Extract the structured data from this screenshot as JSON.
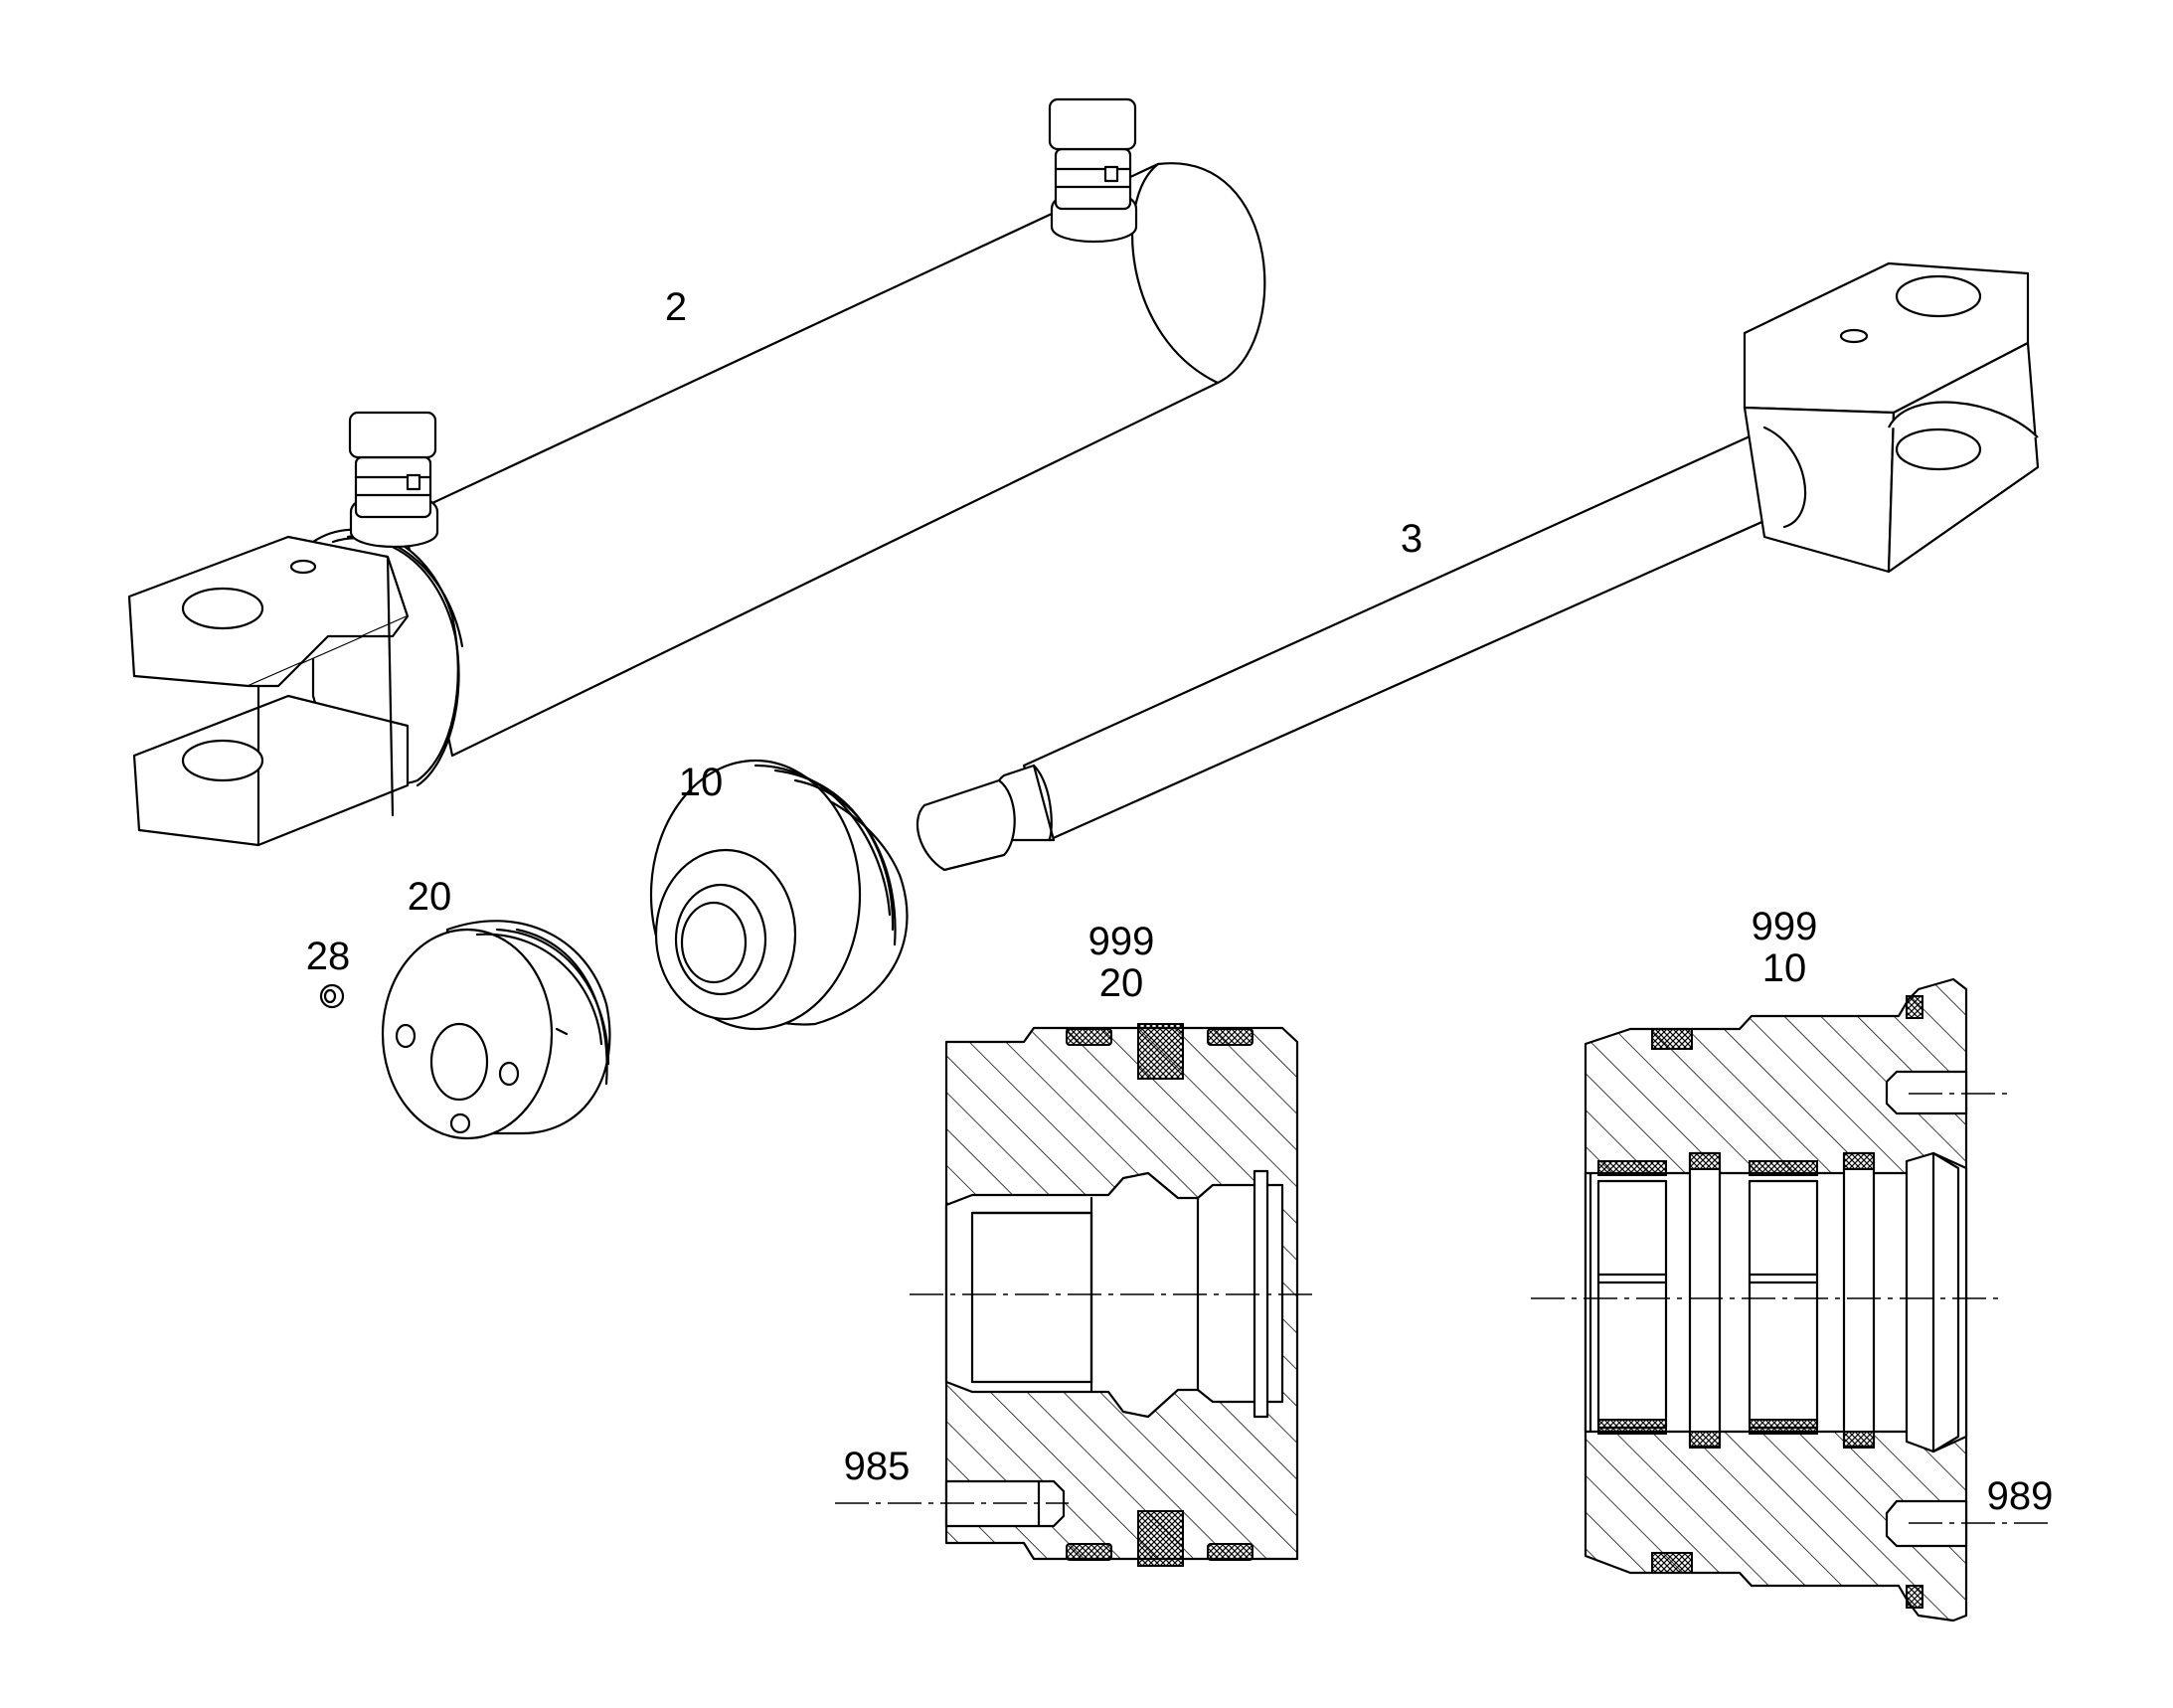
{
  "labels": {
    "cylinder_tube": "2",
    "piston_rod": "3",
    "guide_head": "10",
    "piston": "20",
    "grease_nipple": "28",
    "seal_kit_piston_top": "999",
    "seal_kit_piston_bottom": "20",
    "seal_kit_head_top": "999",
    "seal_kit_head_bottom": "10",
    "detail_985": "985",
    "detail_989": "989"
  }
}
